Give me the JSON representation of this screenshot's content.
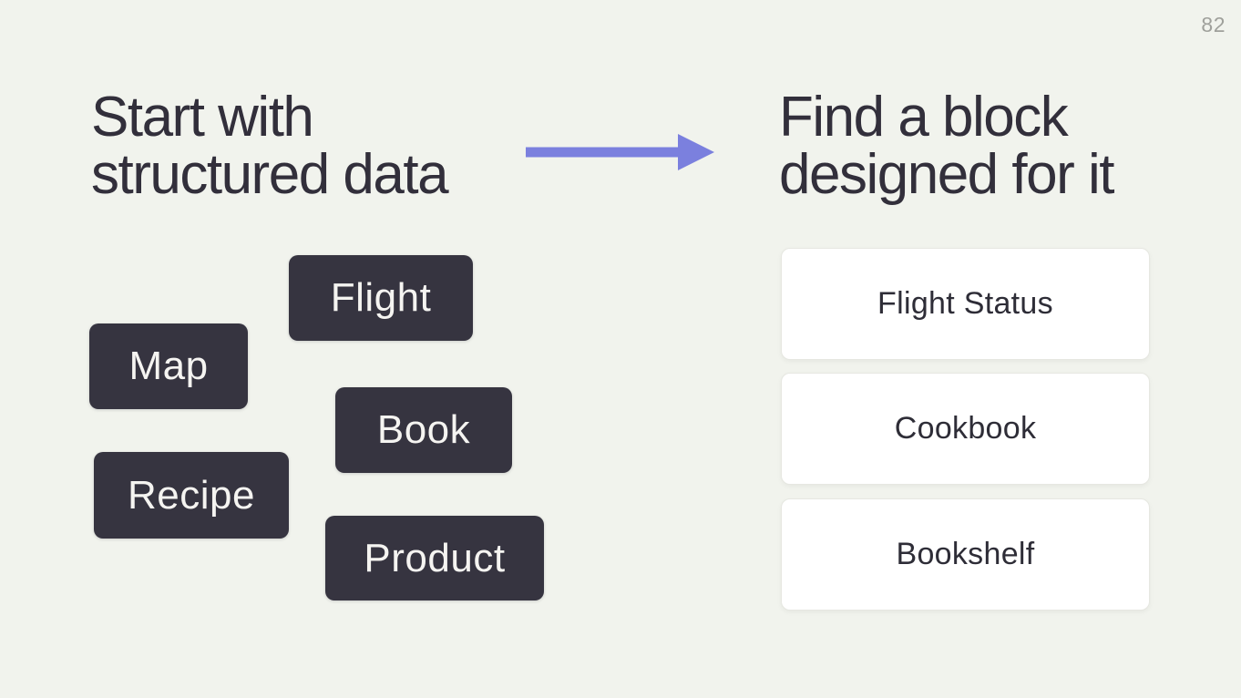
{
  "page_number": "82",
  "left_panel": {
    "heading": {
      "line1": "Start with",
      "line2": "structured data"
    },
    "tags": [
      {
        "label": "Flight"
      },
      {
        "label": "Map"
      },
      {
        "label": "Book"
      },
      {
        "label": "Recipe"
      },
      {
        "label": "Product"
      }
    ]
  },
  "arrow": {
    "direction": "right",
    "color": "#7b80de"
  },
  "right_panel": {
    "heading": {
      "line1": "Find a block",
      "line2": "designed for it"
    },
    "cards": [
      {
        "label": "Flight Status"
      },
      {
        "label": "Cookbook"
      },
      {
        "label": "Bookshelf"
      }
    ]
  },
  "colors": {
    "background": "#f1f3ed",
    "heading_text": "#322f3b",
    "tag_background": "#363440",
    "tag_text": "#f5f4f1",
    "card_background": "#ffffff",
    "card_border": "#e6e7e1",
    "card_text": "#2e2d37",
    "arrow": "#7b80de",
    "page_number_text": "#9fa09b"
  }
}
